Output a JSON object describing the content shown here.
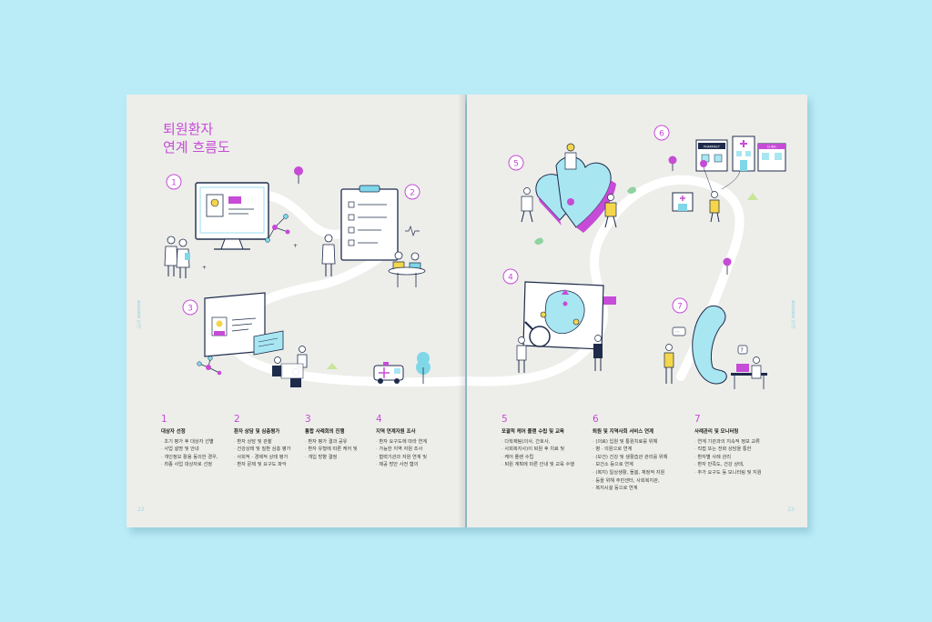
{
  "document": {
    "title_lines": [
      "퇴원환자",
      "연계 흐름도"
    ],
    "page_numbers": {
      "left": "22",
      "right": "23"
    },
    "side_label": "통합돌봄 안내"
  },
  "steps": [
    {
      "num": "1",
      "title": "대상자 선정",
      "items": [
        "초기 평가 후 대상자 선별",
        "사업 설명 및 안내",
        "개인정보 활용 동의한 경우,",
        "최종 사업 대상자로 선정"
      ]
    },
    {
      "num": "2",
      "title": "환자 상담 및 심층평가",
      "items": [
        "환자 상담 및 관찰",
        "건강상태 및 질환 심층 평가",
        "사회적 · 경제적 상태 평가",
        "환자 문제 및 요구도 파악"
      ]
    },
    {
      "num": "3",
      "title": "통합 사례회의 진행",
      "items": [
        "환자 평가 결과 공유",
        "환자 유형에 따른 케어 및",
        "개입 방향 결정"
      ]
    },
    {
      "num": "4",
      "title": "지역 연계자원 조사",
      "items": [
        "환자 요구도에 따라 연계",
        "가능한 지역 자원 조사",
        "협력기관과 자원 연계 및",
        "제공 방안 사전 협의"
      ]
    },
    {
      "num": "5",
      "title": "포괄적 케어 플랜 수립 및 교육",
      "items": [
        "다학제팀(의사, 간호사,",
        "사회복지사)이 퇴원 후 치료 및",
        "케어 플랜 수립",
        "퇴원 계획에 따른 안내 및 교육 수행"
      ]
    },
    {
      "num": "6",
      "title": "퇴원 및 지역사회 서비스 연계",
      "items": [
        "(의료) 입원 및 통원치료를 위해",
        "병 · 의원으로 연계",
        "(보건) 건강 및 생활습관 관리를 위해",
        "보건소 등으로 연계",
        "(복지) 일상생활, 돌봄, 재정적 지원",
        "등을 위해 주민센터, 사회복지관,",
        "복지시설 등으로 연계"
      ]
    },
    {
      "num": "7",
      "title": "사례관리 및 모니터링",
      "items": [
        "연계 기관과의 지속적 정보 교류",
        "직접 또는 전화 상담을 통한",
        "환자별 사례 관리",
        "환자 만족도, 건강 상태,",
        "추가 요구도 등 모니터링 및 지원"
      ]
    }
  ],
  "art": {
    "badges": [
      "1",
      "2",
      "3",
      "4",
      "5",
      "6",
      "7"
    ],
    "sign_texts": [
      "PHARMACY",
      "CLINIC"
    ]
  },
  "colors": {
    "accent": "#c64bd6",
    "path": "#ffffff",
    "teal": "#7fd7e8",
    "yellow": "#f4d64a"
  }
}
